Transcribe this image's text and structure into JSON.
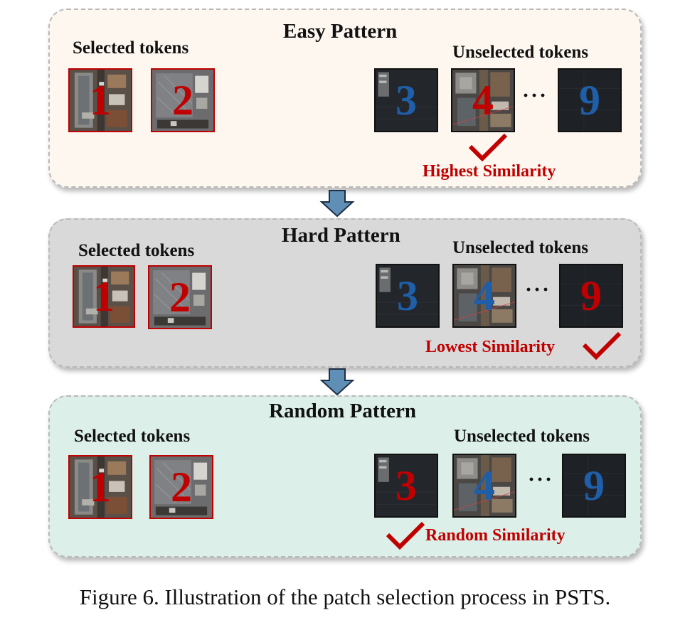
{
  "panels": {
    "easy": {
      "title": "Easy Pattern",
      "selected_label": "Selected tokens",
      "unselected_label": "Unselected tokens",
      "similarity": "Highest Similarity",
      "checked_token": "4"
    },
    "hard": {
      "title": "Hard Pattern",
      "selected_label": "Selected tokens",
      "unselected_label": "Unselected tokens",
      "similarity": "Lowest Similarity",
      "checked_token": "9"
    },
    "random": {
      "title": "Random Pattern",
      "selected_label": "Selected tokens",
      "unselected_label": "Unselected tokens",
      "similarity": "Random Similarity",
      "checked_token": "3"
    }
  },
  "tokens": {
    "t1": "1",
    "t2": "2",
    "t3": "3",
    "t4": "4",
    "t9": "9",
    "ellipsis": "···"
  },
  "caption": "Figure 6. Illustration of the patch selection process in PSTS.",
  "colors": {
    "highlight": "#c00000",
    "normal_token": "#1f5ea8",
    "arrow": "#5f8fb5"
  }
}
